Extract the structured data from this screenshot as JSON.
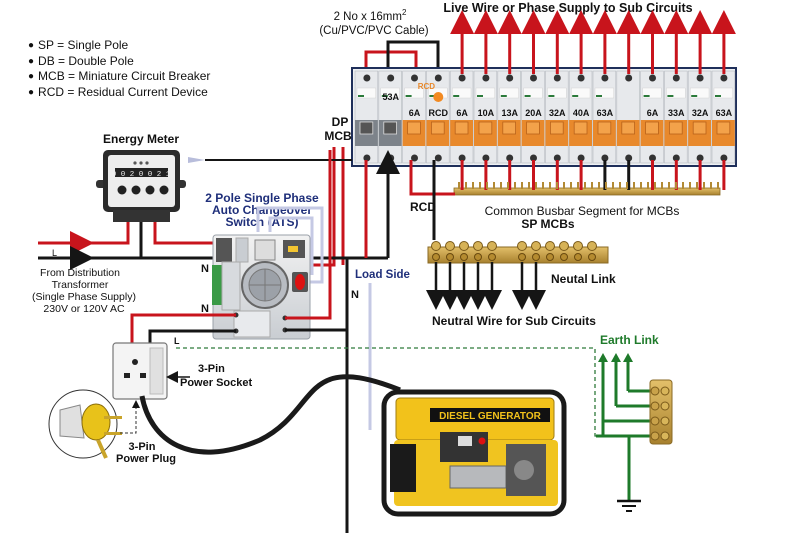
{
  "legend": [
    "SP = Single Pole",
    "DB = Double Pole",
    "MCB = Miniature Circuit Breaker",
    "RCD = Residual Current Device"
  ],
  "labels": {
    "cable": "2 No x 16mm",
    "cable_sup": "2",
    "cable_type": "(Cu/PVC/PVC Cable)",
    "live_wire": "Live Wire or Phase Supply to Sub Circuits",
    "energy_meter": "Energy Meter",
    "meter_reading": "0 0 2 0 0 2 1",
    "dp_mcb_1": "DP",
    "dp_mcb_2": "MCB",
    "ats_1": "2 Pole Single Phase",
    "ats_2": "Auto Changeover",
    "ats_3": "Switch (ATS)",
    "rcd": "RCD",
    "rcd_top": "RCD",
    "busbar_1": "Common Busbar Segment for MCBs",
    "busbar_2": "SP MCBs",
    "neutral_link": "Neutal Link",
    "neutral_wire": "Neutral Wire for Sub Circuits",
    "load_side": "Load Side",
    "n1": "N",
    "n2": "N",
    "n3": "N",
    "l1": "L",
    "l2": "L",
    "source_1": "From Distribution",
    "source_2": "Transformer",
    "source_3": "(Single Phase Supply)",
    "source_4": "230V or 120V AC",
    "socket_1": "3-Pin",
    "socket_2": "Power Socket",
    "plug_1": "3-Pin",
    "plug_2": "Power Plug",
    "earth_link": "Earth Link",
    "generator": "DIESEL GENERATOR"
  },
  "breakers": [
    {
      "rating": "",
      "type": "dp"
    },
    {
      "rating": "53A",
      "type": "dp"
    },
    {
      "rating": "6A",
      "type": "rcd"
    },
    {
      "rating": "RCD",
      "type": "rcd"
    },
    {
      "rating": "6A",
      "type": "sp"
    },
    {
      "rating": "10A",
      "type": "sp"
    },
    {
      "rating": "13A",
      "type": "sp"
    },
    {
      "rating": "20A",
      "type": "sp"
    },
    {
      "rating": "32A",
      "type": "sp"
    },
    {
      "rating": "40A",
      "type": "sp"
    },
    {
      "rating": "63A",
      "type": "sp"
    },
    {
      "rating": "",
      "type": "blank"
    },
    {
      "rating": "6A",
      "type": "sp"
    },
    {
      "rating": "33A",
      "type": "sp"
    },
    {
      "rating": "32A",
      "type": "sp"
    },
    {
      "rating": "63A",
      "type": "sp"
    }
  ],
  "colors": {
    "live": "#c8141c",
    "neutral": "#151515",
    "earth": "#1e7a2a",
    "breaker_orange": "#e8892c",
    "brass": "#c9a24a",
    "generator_yellow": "#f2c21b",
    "ats_label": "#1f2f7a"
  }
}
